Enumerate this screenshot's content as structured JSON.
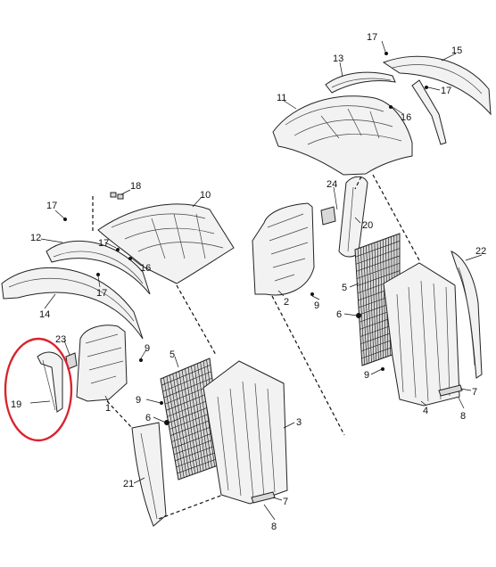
{
  "callouts": [
    {
      "id": "c15",
      "label": "15"
    },
    {
      "id": "c17a",
      "label": "17"
    },
    {
      "id": "c13",
      "label": "13"
    },
    {
      "id": "c17b",
      "label": "17"
    },
    {
      "id": "c11",
      "label": "11"
    },
    {
      "id": "c16a",
      "label": "16"
    },
    {
      "id": "c24",
      "label": "24"
    },
    {
      "id": "c20",
      "label": "20"
    },
    {
      "id": "c18",
      "label": "18"
    },
    {
      "id": "c10",
      "label": "10"
    },
    {
      "id": "c17c",
      "label": "17"
    },
    {
      "id": "c12",
      "label": "12"
    },
    {
      "id": "c17d",
      "label": "17"
    },
    {
      "id": "c16b",
      "label": "16"
    },
    {
      "id": "c17e",
      "label": "17"
    },
    {
      "id": "c14",
      "label": "14"
    },
    {
      "id": "c22",
      "label": "22"
    },
    {
      "id": "c5a",
      "label": "5"
    },
    {
      "id": "c2",
      "label": "2"
    },
    {
      "id": "c9a",
      "label": "9"
    },
    {
      "id": "c6a",
      "label": "6"
    },
    {
      "id": "c9b",
      "label": "9"
    },
    {
      "id": "c7a",
      "label": "7"
    },
    {
      "id": "c8a",
      "label": "8"
    },
    {
      "id": "c4",
      "label": "4"
    },
    {
      "id": "c23",
      "label": "23"
    },
    {
      "id": "c9c",
      "label": "9"
    },
    {
      "id": "c5b",
      "label": "5"
    },
    {
      "id": "c19",
      "label": "19"
    },
    {
      "id": "c1",
      "label": "1"
    },
    {
      "id": "c9d",
      "label": "9"
    },
    {
      "id": "c6b",
      "label": "6"
    },
    {
      "id": "c3",
      "label": "3"
    },
    {
      "id": "c21",
      "label": "21"
    },
    {
      "id": "c7b",
      "label": "7"
    },
    {
      "id": "c8b",
      "label": "8"
    }
  ],
  "highlight_color": "#d9232e"
}
